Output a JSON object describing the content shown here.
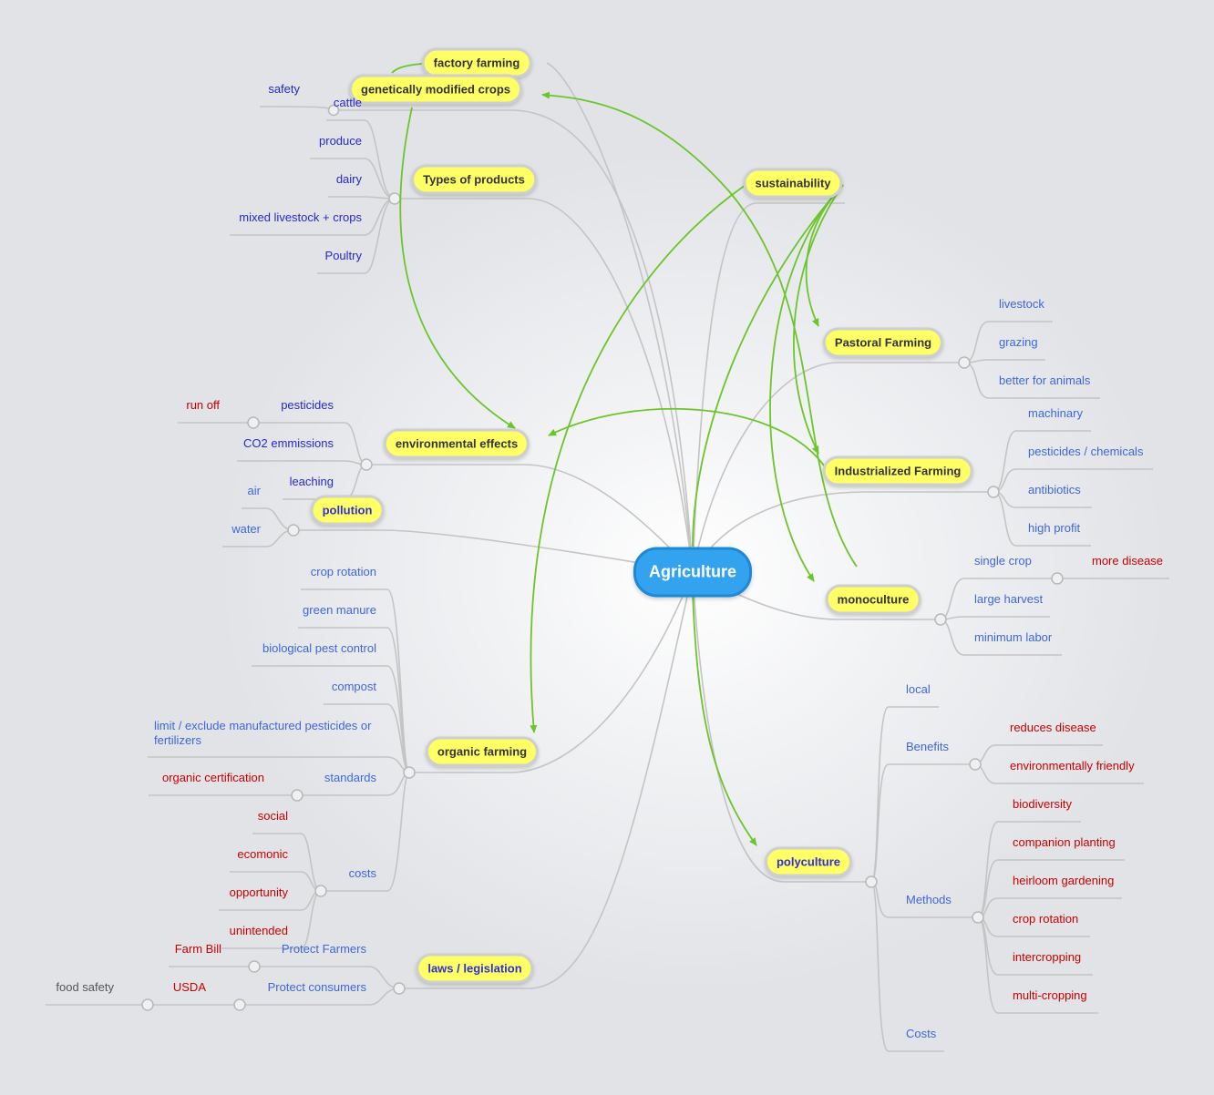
{
  "central": "Agriculture",
  "topics": {
    "factory_farming": "factory farming",
    "gm_crops": "genetically modified crops",
    "types_of_products": "Types of products",
    "sustainability": "sustainability",
    "pastoral": "Pastoral Farming",
    "industrialized": "Industrialized Farming",
    "environmental": "environmental effects",
    "pollution": "pollution",
    "monoculture": "monoculture",
    "organic": "organic farming",
    "polyculture": "polyculture",
    "laws": "laws / legislation"
  },
  "gm_crops": {
    "safety": "safety"
  },
  "types_of_products": {
    "items": [
      "cattle",
      "produce",
      "dairy",
      "mixed livestock + crops",
      "Poultry"
    ]
  },
  "pastoral": {
    "items": [
      "livestock",
      "grazing",
      "better for animals"
    ]
  },
  "industrialized": {
    "items": [
      "machinary",
      "pesticides / chemicals",
      "antibiotics",
      "high profit"
    ]
  },
  "monoculture": {
    "items": [
      "single crop",
      "large harvest",
      "minimum labor"
    ],
    "single_crop_child": "more disease"
  },
  "environmental": {
    "pesticides": "pesticides",
    "run_off": "run off",
    "co2": "CO2 emmissions",
    "leaching": "leaching"
  },
  "pollution": {
    "items": [
      "air",
      "water"
    ]
  },
  "organic": {
    "items": [
      "crop rotation",
      "green manure",
      "biological pest control",
      "compost"
    ],
    "limit_line1": "limit / exclude manufactured pesticides or",
    "limit_line2": "fertilizers",
    "standards": "standards",
    "organic_certification": "organic certification",
    "costs": "costs",
    "cost_items": [
      "social",
      "ecomonic",
      "opportunity",
      "unintended"
    ]
  },
  "laws": {
    "protect_farmers": "Protect Farmers",
    "farm_bill": "Farm Bill",
    "protect_consumers": "Protect consumers",
    "usda": "USDA",
    "food_safety": "food safety"
  },
  "polyculture": {
    "local": "local",
    "benefits": "Benefits",
    "benefit_items": [
      "reduces disease",
      "environmentally friendly"
    ],
    "methods": "Methods",
    "method_items": [
      "biodiversity",
      "companion planting",
      "heirloom gardening",
      "crop rotation",
      "intercropping",
      "multi-cropping"
    ],
    "costs": "Costs"
  },
  "colors": {
    "central_fill": "#33a3f0",
    "topic_fill": "#ffff66",
    "relationship": "#6cc52a",
    "branch": "#c4c4c4",
    "label_dark_blue": "#2828c8",
    "label_blue": "#3f67d8",
    "label_red": "#c80000"
  }
}
